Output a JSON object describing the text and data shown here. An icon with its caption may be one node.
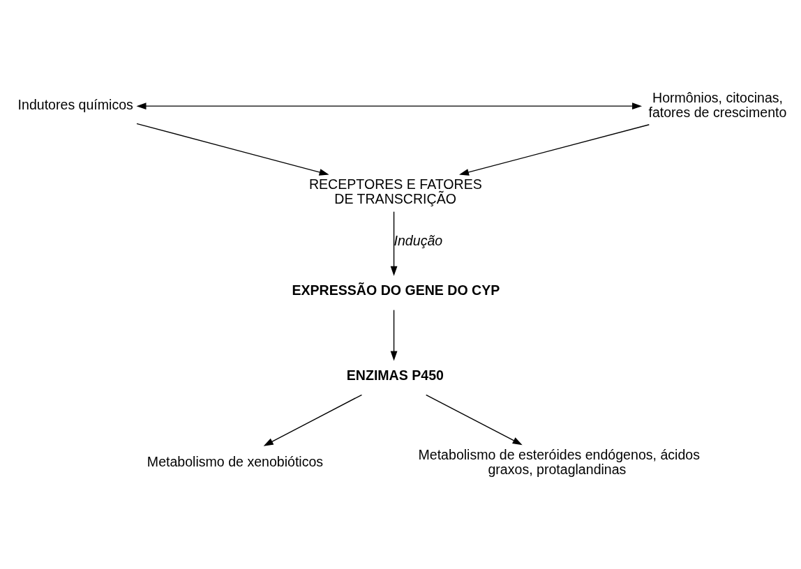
{
  "diagram": {
    "nodes": [
      {
        "text": [
          "Indutores químicos"
        ]
      },
      {
        "text": [
          "Hormônios, citocinas, fatores de crescimento"
        ]
      },
      {
        "text": [
          "RECEPTORES E FATORES DE TRANSCRIÇÃO"
        ]
      },
      {
        "text": [
          "EXPRESSÃO DO GENE DO CYP"
        ]
      },
      {
        "text": [
          "ENZIMAS P450"
        ]
      },
      {
        "text": [
          "Metabolismo de xenobióticos"
        ]
      },
      {
        "text": [
          "Metabolismo de esteróides endógenos, ácidos graxos, protaglandinas"
        ]
      }
    ],
    "edges": [
      {
        "from": 0,
        "to": 1,
        "arrow": "both"
      },
      {
        "from": 0,
        "to": 2,
        "arrow": "to"
      },
      {
        "from": 1,
        "to": 2,
        "arrow": "to"
      },
      {
        "from": 2,
        "to": 3,
        "arrow": "to",
        "label": "Indução"
      },
      {
        "from": 3,
        "to": 4,
        "arrow": "to"
      },
      {
        "from": 4,
        "to": 5,
        "arrow": "to"
      },
      {
        "from": 4,
        "to": 6,
        "arrow": "to"
      }
    ]
  }
}
